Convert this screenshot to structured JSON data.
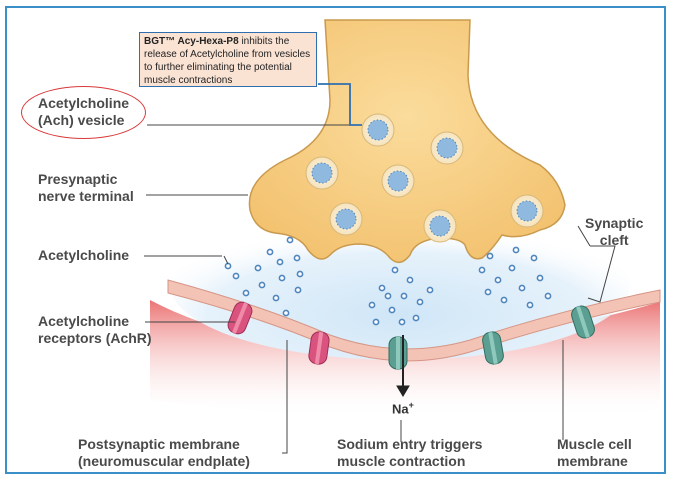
{
  "callout": {
    "product": "BGT™ Acy-Hexa-P8",
    "text": " inhibits the release of Acetylcholine from vesicles to further eliminating the potential muscle contractions"
  },
  "labels": {
    "ach_vesicle": [
      "Acetylcholine",
      "(Ach) vesicle"
    ],
    "presynaptic": [
      "Presynaptic",
      "nerve terminal"
    ],
    "acetylcholine": "Acetylcholine",
    "receptors": [
      "Acetylcholine",
      "receptors (AchR)"
    ],
    "synaptic_cleft": [
      "Synaptic",
      "cleft"
    ],
    "postsynaptic": [
      "Postsynaptic membrane",
      "(neuromuscular endplate)"
    ],
    "sodium_entry": [
      "Sodium entry triggers",
      "muscle contraction"
    ],
    "muscle_cell": [
      "Muscle cell",
      "membrane"
    ],
    "sodium_ion": "Na",
    "sodium_charge": "+"
  },
  "colors": {
    "terminal_fill": "#f7cf86",
    "terminal_stroke": "#c99a4e",
    "cleft_blue": "#d8ecf8",
    "membrane": "#f3c3b6",
    "muscle_red": "#e85a5a",
    "molecule": "#5a8fbf",
    "receptor_pink": "#d9537e",
    "receptor_teal": "#5a9f92",
    "frame": "#3a8fc8",
    "callout_bg": "#fbe3d4",
    "highlight_oval": "#d93a3a"
  }
}
